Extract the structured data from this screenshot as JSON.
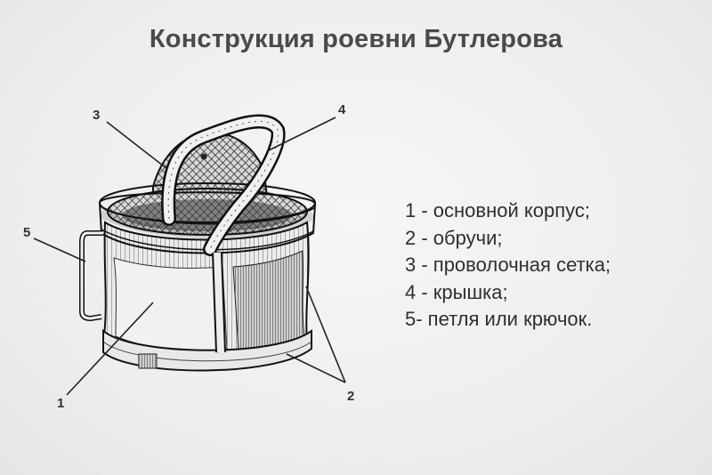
{
  "title": "Конструкция роевни Бутлерова",
  "callouts": {
    "c1": "1",
    "c2": "2",
    "c3": "3",
    "c4": "4",
    "c5": "5"
  },
  "legend": [
    "1 - основной корпус;",
    "2 - обручи;",
    "3 - проволочная сетка;",
    "4 - крышка;",
    "5- петля или крючок."
  ]
}
